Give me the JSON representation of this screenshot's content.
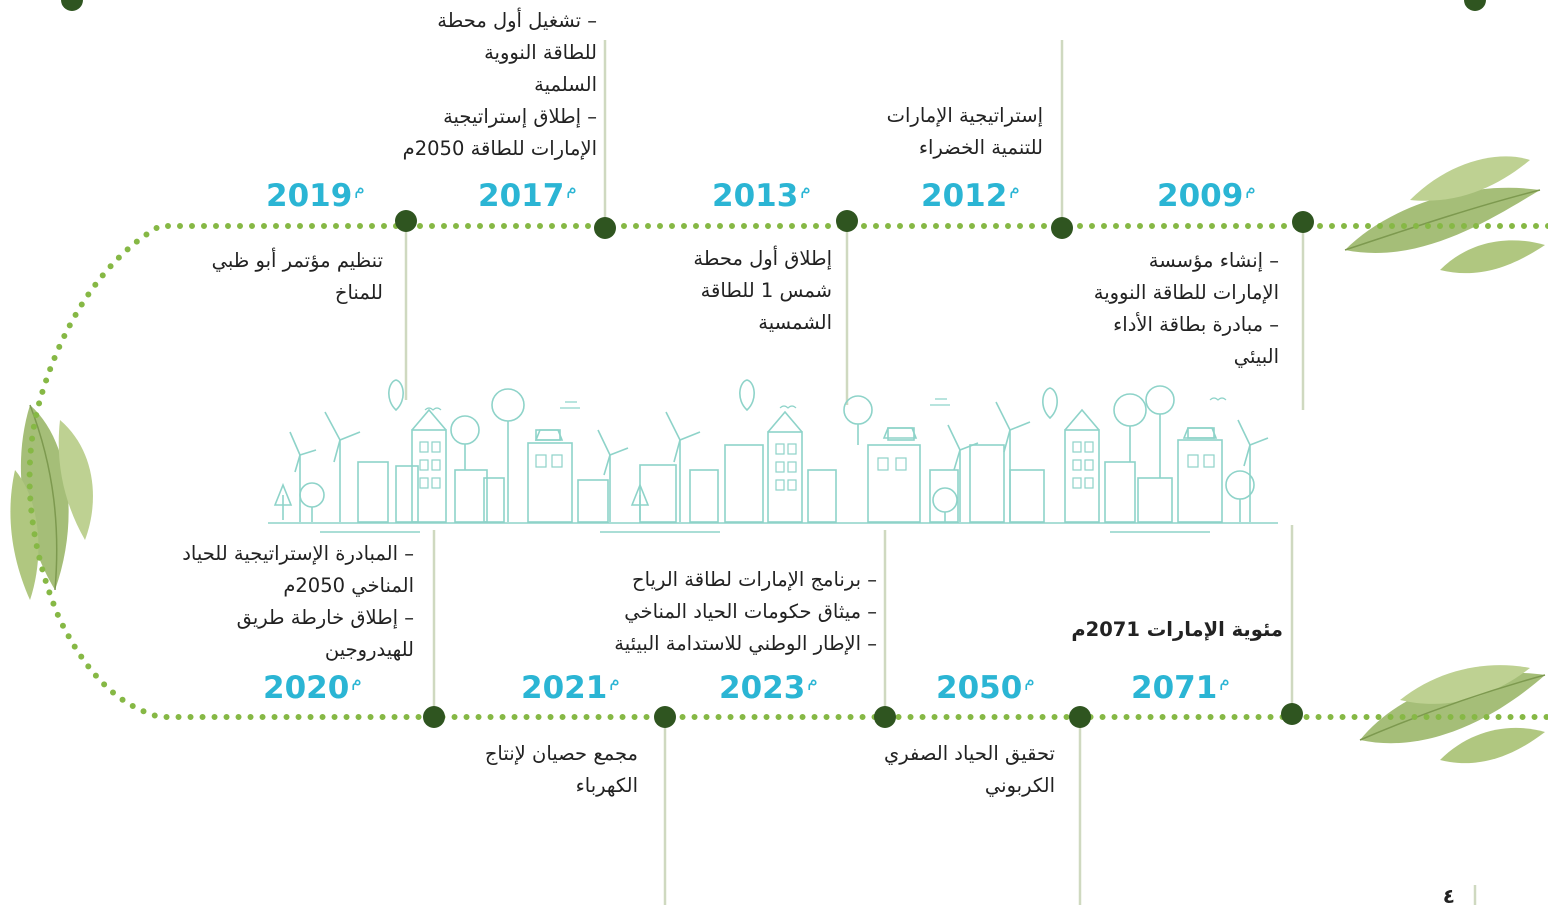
{
  "timeline_top": [
    {
      "year": "2009",
      "suffix": "م",
      "lines": [
        "– إنشاء مؤسسة",
        "الإمارات للطاقة النووية",
        "– مبادرة بطاقة الأداء",
        "البيئي"
      ]
    },
    {
      "year": "2012",
      "suffix": "م",
      "lines": [
        "إستراتيجية الإمارات",
        "للتنمية الخضراء"
      ]
    },
    {
      "year": "2013",
      "suffix": "م",
      "lines": [
        "إطلاق أول  محطة",
        "شمس 1 للطاقة",
        "الشمسية"
      ]
    },
    {
      "year": "2017",
      "suffix": "م",
      "lines": [
        "– تشغيل أول محطة",
        "للطاقة النووية",
        "السلمية",
        "– إطلاق إستراتيجية",
        "الإمارات للطاقة 2050م"
      ]
    },
    {
      "year": "2019",
      "suffix": "م",
      "lines": [
        "تنظيم مؤتمر أبو ظبي",
        "للمناخ"
      ]
    }
  ],
  "timeline_bottom": [
    {
      "year": "2071",
      "suffix": "م",
      "lines": [
        "مئوية الإمارات 2071م"
      ]
    },
    {
      "year": "2050",
      "suffix": "م",
      "lines": [
        "تحقيق الحياد الصفري",
        "الكربوني"
      ]
    },
    {
      "year": "2023",
      "suffix": "م",
      "lines": [
        "– برنامج الإمارات لطاقة الرياح",
        "– ميثاق حكومات الحياد المناخي",
        "– الإطار الوطني للاستدامة البيئية"
      ]
    },
    {
      "year": "2021",
      "suffix": "م",
      "lines": [
        "مجمع حصيان لإنتاج",
        "الكهرباء"
      ]
    },
    {
      "year": "2020",
      "suffix": "م",
      "lines": [
        "– المبادرة الإستراتيجية للحياد",
        "المناخي 2050م",
        "– إطلاق خارطة طريق",
        "للهيدروجين"
      ]
    }
  ],
  "page_marker": "٤",
  "colors": {
    "year": "#2bb5d4",
    "dot": "#2f5520",
    "dotted_line": "#86b845",
    "connector": "#cfd9c0",
    "city": "#8ed3c9"
  }
}
